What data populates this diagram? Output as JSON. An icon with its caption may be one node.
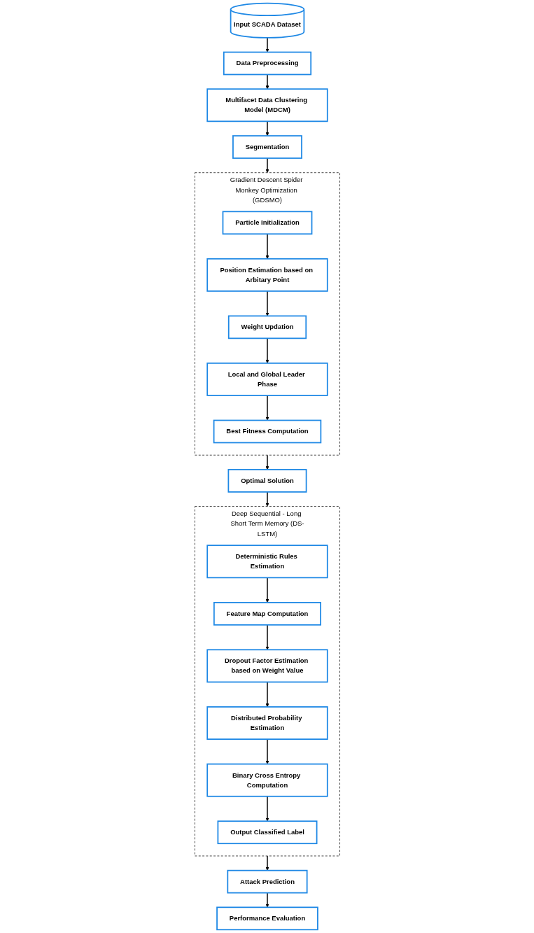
{
  "diagram": {
    "nodes": [
      {
        "text": [
          "Input SCADA Dataset"
        ]
      },
      {
        "text": [
          "Data Preprocessing"
        ]
      },
      {
        "text": [
          "Multifacet Data Clustering Model (MDCM)"
        ]
      },
      {
        "text": [
          "Segmentation"
        ]
      },
      {
        "text": [
          "Gradient Descent Spider Monkey Optimization (GDSMO)"
        ]
      },
      {
        "text": [
          "Particle Initialization"
        ],
        "in": 4
      },
      {
        "text": [
          "Position Estimation based on Arbitary Point"
        ],
        "in": 4
      },
      {
        "text": [
          "Weight Updation"
        ],
        "in": 4
      },
      {
        "text": [
          "Local and Global Leader Phase"
        ],
        "in": 4
      },
      {
        "text": [
          "Best Fitness Computation"
        ],
        "in": 4
      },
      {
        "text": [
          "Optimal Solution"
        ]
      },
      {
        "text": [
          "Deep Sequential - Long Short Term Memory (DS-LSTM)"
        ]
      },
      {
        "text": [
          "Deterministic Rules Estimation"
        ],
        "in": 11
      },
      {
        "text": [
          "Feature Map Computation"
        ],
        "in": 11
      },
      {
        "text": [
          "Dropout Factor Estimation based on Weight Value"
        ],
        "in": 11
      },
      {
        "text": [
          "Distributed Probability Estimation"
        ],
        "in": 11
      },
      {
        "text": [
          "Binary Cross Entropy Computation"
        ],
        "in": 11
      },
      {
        "text": [
          "Output Classified Label"
        ],
        "in": 11
      },
      {
        "text": [
          "Attack Prediction"
        ]
      },
      {
        "text": [
          "Performance Evaluation"
        ]
      }
    ],
    "edges": [
      {
        "from": 0,
        "to": 1,
        "arrow": "to"
      },
      {
        "from": 1,
        "to": 2,
        "arrow": "to"
      },
      {
        "from": 2,
        "to": 3,
        "arrow": "to"
      },
      {
        "from": 3,
        "to": 4,
        "arrow": "to"
      },
      {
        "from": 5,
        "to": 6,
        "arrow": "to"
      },
      {
        "from": 6,
        "to": 7,
        "arrow": "to"
      },
      {
        "from": 7,
        "to": 8,
        "arrow": "to"
      },
      {
        "from": 8,
        "to": 9,
        "arrow": "to"
      },
      {
        "from": 4,
        "to": 10,
        "arrow": "to"
      },
      {
        "from": 10,
        "to": 11,
        "arrow": "to"
      },
      {
        "from": 12,
        "to": 13,
        "arrow": "to"
      },
      {
        "from": 13,
        "to": 14,
        "arrow": "to"
      },
      {
        "from": 14,
        "to": 15,
        "arrow": "to"
      },
      {
        "from": 15,
        "to": 16,
        "arrow": "to"
      },
      {
        "from": 16,
        "to": 17,
        "arrow": "to"
      },
      {
        "from": 11,
        "to": 18,
        "arrow": "to"
      },
      {
        "from": 18,
        "to": 19,
        "arrow": "to"
      }
    ]
  }
}
